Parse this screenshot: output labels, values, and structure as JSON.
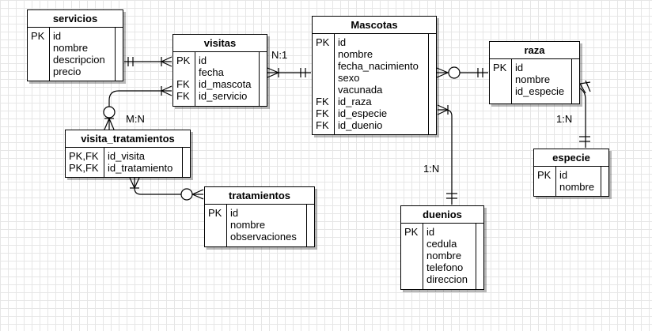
{
  "entities": {
    "servicios": {
      "title": "servicios",
      "keys": [
        "PK",
        "",
        "",
        ""
      ],
      "attrs": [
        "id",
        "nombre",
        "descripcion",
        "precio"
      ]
    },
    "visitas": {
      "title": "visitas",
      "keys": [
        "PK",
        "",
        "FK",
        "FK"
      ],
      "attrs": [
        "id",
        "fecha",
        "id_mascota",
        "id_servicio"
      ]
    },
    "mascotas": {
      "title": "Mascotas",
      "keys": [
        "PK",
        "",
        "",
        "",
        "",
        "FK",
        "FK",
        "FK"
      ],
      "attrs": [
        "id",
        "nombre",
        "fecha_nacimiento",
        "sexo",
        "vacunada",
        "id_raza",
        "id_especie",
        "id_duenio"
      ]
    },
    "raza": {
      "title": "raza",
      "keys": [
        "PK",
        "",
        ""
      ],
      "attrs": [
        "id",
        "nombre",
        "id_especie"
      ]
    },
    "especie": {
      "title": "especie",
      "keys": [
        "PK",
        ""
      ],
      "attrs": [
        "id",
        "nombre"
      ]
    },
    "visita_tratamientos": {
      "title": "visita_tratamientos",
      "keys": [
        "PK,FK",
        "PK,FK"
      ],
      "attrs": [
        "id_visita",
        "id_tratamiento"
      ]
    },
    "tratamientos": {
      "title": "tratamientos",
      "keys": [
        "PK",
        "",
        ""
      ],
      "attrs": [
        "id",
        "nombre",
        "observaciones"
      ]
    },
    "duenios": {
      "title": "duenios",
      "keys": [
        "PK",
        "",
        "",
        "",
        ""
      ],
      "attrs": [
        "id",
        "cedula",
        "nombre",
        "telefono",
        "direccion"
      ]
    }
  },
  "relationships": {
    "visitas_mascotas": {
      "label": "N:1"
    },
    "visitas_visita_tratamientos": {
      "label": "M:N"
    },
    "raza_especie": {
      "label": "1:N"
    },
    "mascotas_duenios": {
      "label": "1:N"
    }
  }
}
